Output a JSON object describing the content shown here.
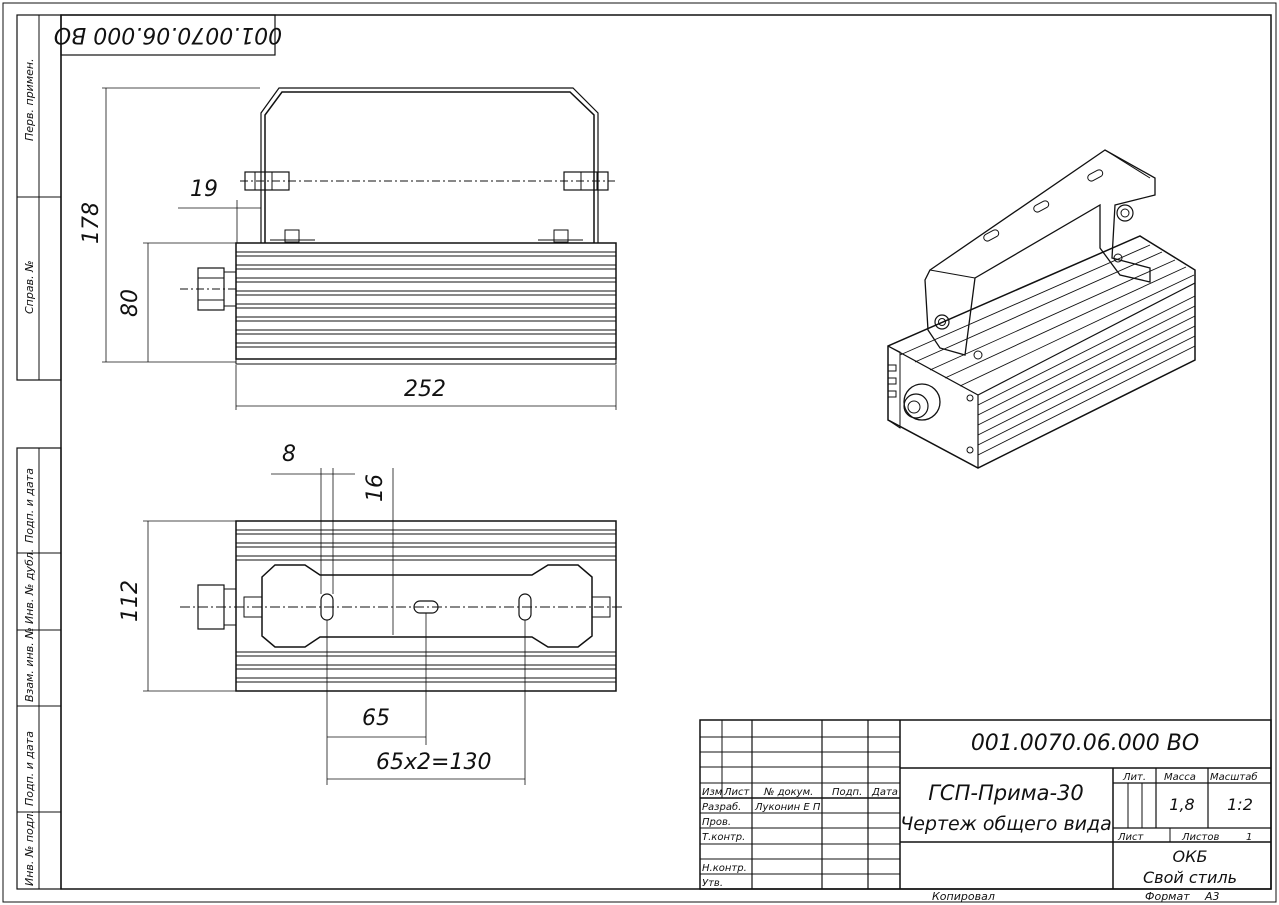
{
  "doc_code": "001.0070.06.000 ВО",
  "doc_code_rotated": "001.0070.06.000 ВО",
  "left_strip": {
    "perv_primen": "Перв. примен.",
    "sprav_no": "Справ. №",
    "podp_data_1": "Подп. и дата",
    "inv_dubl": "Инв. № дубл.",
    "vzam_inv": "Взам. инв. №",
    "podp_data_2": "Подп. и дата",
    "inv_podl": "Инв. № подл."
  },
  "dimensions": {
    "d19": "19",
    "d178": "178",
    "d80": "80",
    "d252": "252",
    "d8": "8",
    "d16": "16",
    "d112": "112",
    "d65": "65",
    "d130": "65x2=130"
  },
  "title_block": {
    "code": "001.0070.06.000 ВО",
    "product": "ГСП-Прима-30",
    "doc_type": "Чертеж общего вида",
    "col_izm": "Изм",
    "col_list": "Лист",
    "col_docum": "№ докум.",
    "col_podp": "Подп.",
    "col_data": "Дата",
    "razrab": "Разраб.",
    "razrab_name": "Луконин Е П",
    "prov": "Пров.",
    "tkontr": "Т.контр.",
    "nkontr": "Н.контр.",
    "utv": "Утв.",
    "lit": "Лит.",
    "massa": "Масса",
    "masshtab": "Масштаб",
    "mass_value": "1,8",
    "scale_value": "1:2",
    "list_label": "Лист",
    "listov_label": "Листов",
    "listov_value": "1",
    "org_line1": "ОКБ",
    "org_line2": "Свой стиль",
    "kopiroval": "Копировал",
    "format_label": "Формат",
    "format_value": "А3"
  }
}
